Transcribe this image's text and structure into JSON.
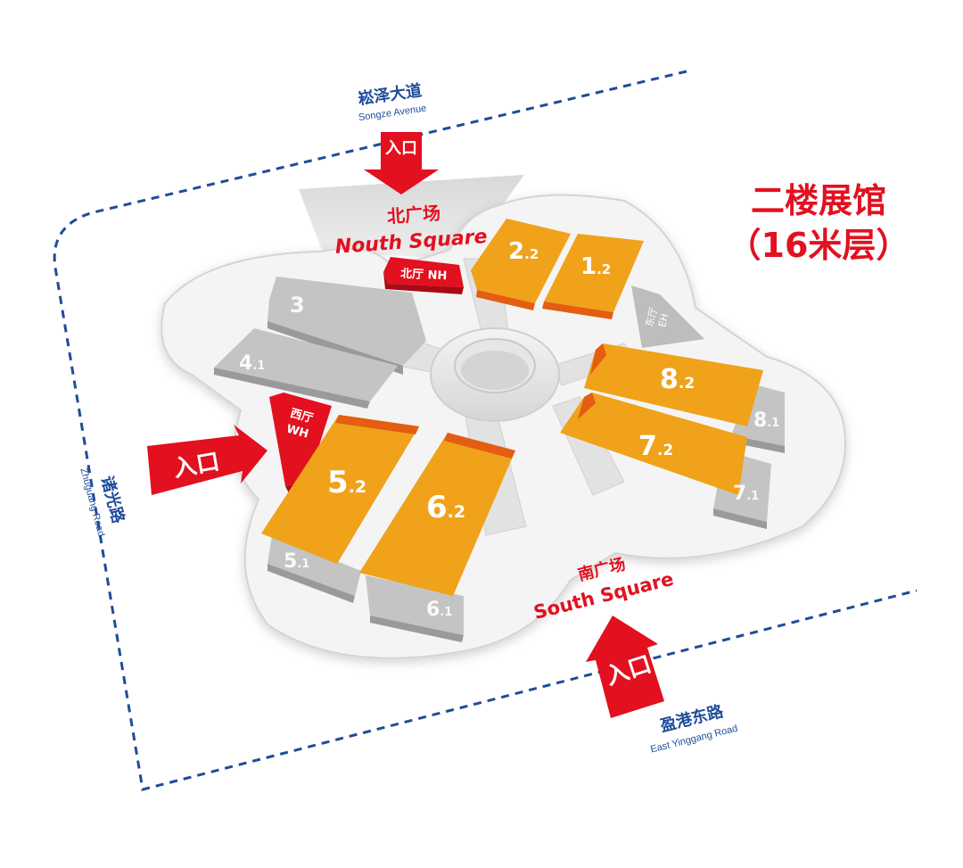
{
  "title": {
    "line1": "二楼展馆",
    "line2": "（16米层）",
    "color": "#e3101f"
  },
  "roads": {
    "north": {
      "cn": "崧泽大道",
      "en": "Songze Avenue"
    },
    "west": {
      "cn": "诸光路",
      "en": "Zhuguang Road"
    },
    "south": {
      "cn": "盈港东路",
      "en": "East Yinggang Road"
    },
    "color": "#1f4c9a"
  },
  "squares": {
    "north": {
      "cn": "北广场",
      "en": "Nouth Square"
    },
    "south": {
      "cn": "南广场",
      "en": "South Square"
    }
  },
  "lobbies": {
    "north": {
      "cn": "北厅",
      "en": "NH"
    },
    "west": {
      "cn": "西厅",
      "en": "WH"
    },
    "east": {
      "cn": "东厅",
      "en": "EH"
    }
  },
  "entrances": {
    "label": "入口",
    "color": "#e3101f"
  },
  "halls": {
    "active_color": "#f0a21a",
    "inactive_color": "#b4b4b4",
    "active": [
      {
        "id": "2",
        "sub": ".2"
      },
      {
        "id": "1",
        "sub": ".2"
      },
      {
        "id": "8",
        "sub": ".2"
      },
      {
        "id": "7",
        "sub": ".2"
      },
      {
        "id": "5",
        "sub": ".2"
      },
      {
        "id": "6",
        "sub": ".2"
      }
    ],
    "inactive": [
      {
        "id": "3",
        "sub": ""
      },
      {
        "id": "4",
        "sub": ".1"
      },
      {
        "id": "8",
        "sub": ".1"
      },
      {
        "id": "7",
        "sub": ".1"
      },
      {
        "id": "5",
        "sub": ".1"
      },
      {
        "id": "6",
        "sub": ".1"
      }
    ]
  }
}
